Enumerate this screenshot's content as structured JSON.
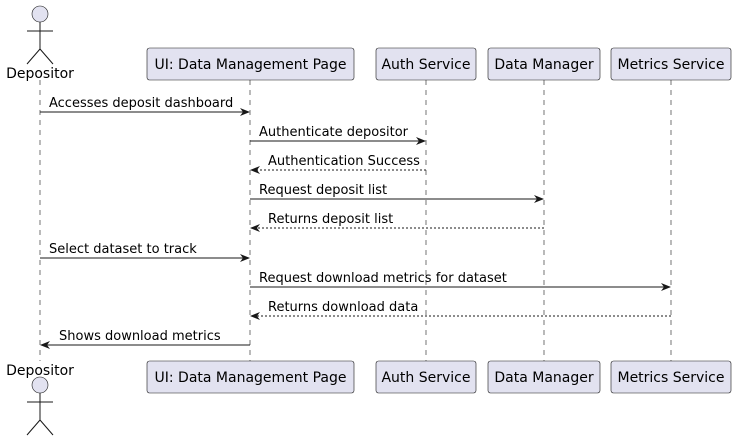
{
  "diagram": {
    "type": "sequence",
    "participants": [
      {
        "id": "depositor",
        "label": "Depositor",
        "kind": "actor"
      },
      {
        "id": "ui",
        "label": "UI: Data Management Page",
        "kind": "participant"
      },
      {
        "id": "auth",
        "label": "Auth Service",
        "kind": "participant"
      },
      {
        "id": "dm",
        "label": "Data Manager",
        "kind": "participant"
      },
      {
        "id": "metrics",
        "label": "Metrics Service",
        "kind": "participant"
      }
    ],
    "messages": [
      {
        "from": "depositor",
        "to": "ui",
        "label": "Accesses deposit dashboard",
        "style": "solid"
      },
      {
        "from": "ui",
        "to": "auth",
        "label": "Authenticate depositor",
        "style": "solid"
      },
      {
        "from": "auth",
        "to": "ui",
        "label": "Authentication Success",
        "style": "dashed"
      },
      {
        "from": "ui",
        "to": "dm",
        "label": "Request deposit list",
        "style": "solid"
      },
      {
        "from": "dm",
        "to": "ui",
        "label": "Returns deposit list",
        "style": "dashed"
      },
      {
        "from": "depositor",
        "to": "ui",
        "label": "Select dataset to track",
        "style": "solid"
      },
      {
        "from": "ui",
        "to": "metrics",
        "label": "Request download metrics for dataset",
        "style": "solid"
      },
      {
        "from": "metrics",
        "to": "ui",
        "label": "Returns download data",
        "style": "dashed"
      },
      {
        "from": "ui",
        "to": "depositor",
        "label": "Shows download metrics",
        "style": "solid"
      }
    ],
    "colors": {
      "box_fill": "#e2e2f0",
      "line": "#181818",
      "text": "#000000"
    }
  }
}
